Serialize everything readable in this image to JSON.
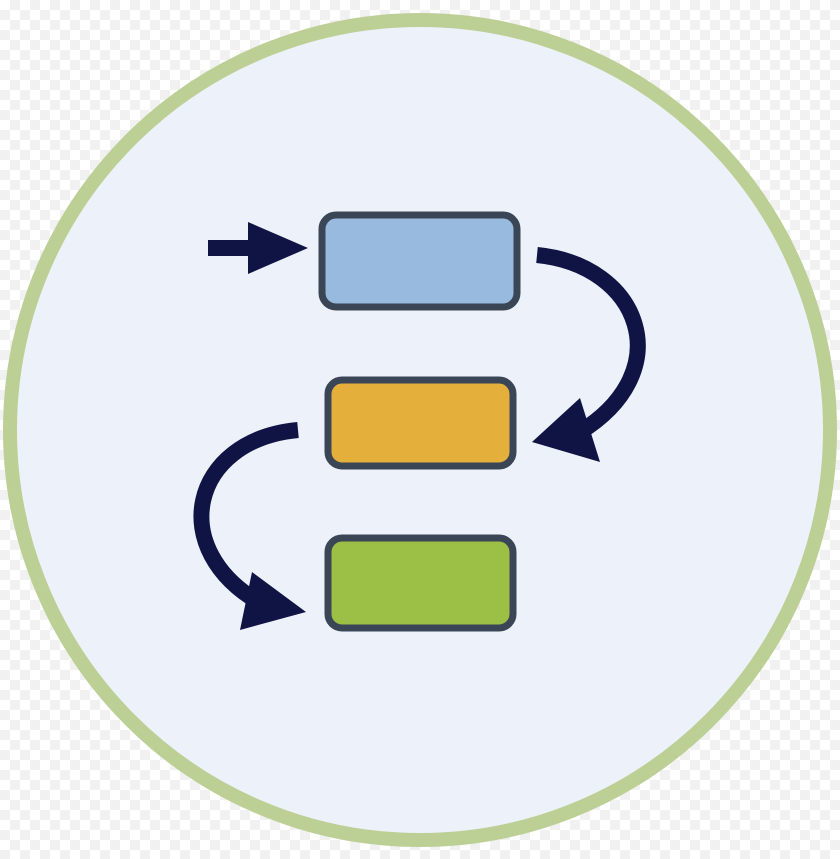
{
  "icon": {
    "name": "process-flow-icon",
    "colors": {
      "circle_fill": "#edf2fa",
      "circle_stroke": "#bcd096",
      "box_outline": "#3a4656",
      "arrow": "#101445",
      "step_1": "#98badf",
      "step_2": "#e5af3c",
      "step_3": "#9cbf46"
    },
    "steps": [
      {
        "name": "step-1-box",
        "color_key": "step_1"
      },
      {
        "name": "step-2-box",
        "color_key": "step_2"
      },
      {
        "name": "step-3-box",
        "color_key": "step_3"
      }
    ]
  }
}
